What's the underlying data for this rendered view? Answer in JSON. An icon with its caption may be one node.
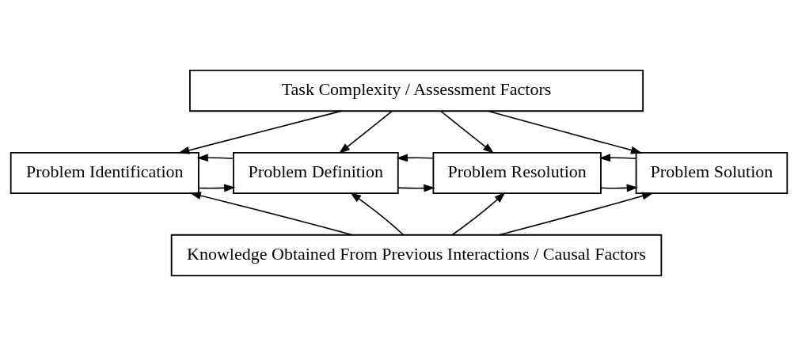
{
  "diagram": {
    "nodes": [
      {
        "text": [
          "Task Complexity / Assessment Factors"
        ]
      },
      {
        "text": [
          "Problem Identification"
        ]
      },
      {
        "text": [
          "Problem Definition"
        ]
      },
      {
        "text": [
          "Problem Resolution"
        ]
      },
      {
        "text": [
          "Problem Solution"
        ]
      },
      {
        "text": [
          "Knowledge Obtained From Previous Interactions / Causal Factors"
        ]
      }
    ],
    "edges": [
      {
        "from": 0,
        "to": 1,
        "arrow": "to"
      },
      {
        "from": 0,
        "to": 2,
        "arrow": "to"
      },
      {
        "from": 0,
        "to": 3,
        "arrow": "to"
      },
      {
        "from": 0,
        "to": 4,
        "arrow": "to"
      },
      {
        "from": 1,
        "to": 2,
        "arrow": "to"
      },
      {
        "from": 2,
        "to": 3,
        "arrow": "to"
      },
      {
        "from": 3,
        "to": 4,
        "arrow": "to"
      },
      {
        "from": 2,
        "to": 1,
        "arrow": "to"
      },
      {
        "from": 3,
        "to": 2,
        "arrow": "to"
      },
      {
        "from": 4,
        "to": 3,
        "arrow": "to"
      },
      {
        "from": 5,
        "to": 1,
        "arrow": "to"
      },
      {
        "from": 5,
        "to": 2,
        "arrow": "to"
      },
      {
        "from": 5,
        "to": 3,
        "arrow": "to"
      },
      {
        "from": 5,
        "to": 4,
        "arrow": "to"
      }
    ]
  }
}
